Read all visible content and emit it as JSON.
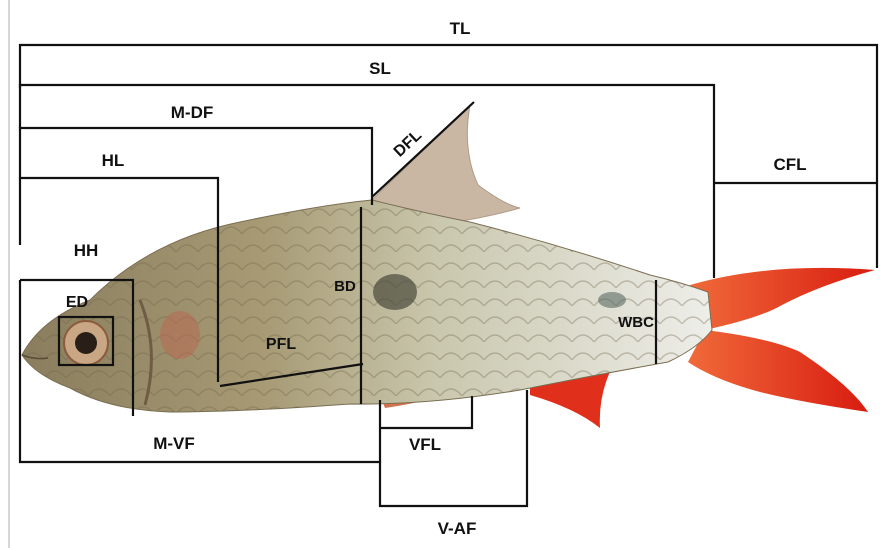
{
  "labels": {
    "tl": "TL",
    "sl": "SL",
    "mdf": "M-DF",
    "dfl": "DFL",
    "hl": "HL",
    "cfl": "CFL",
    "hh": "HH",
    "ed": "ED",
    "bd": "BD",
    "pfl": "PFL",
    "wbc": "WBC",
    "mvf": "M-VF",
    "vfl": "VFL",
    "vaf": "V-AF"
  },
  "colors": {
    "body": "#a79a74",
    "body_light": "#d9d7c2",
    "tail": "#e8301f",
    "lines": "#111111"
  }
}
